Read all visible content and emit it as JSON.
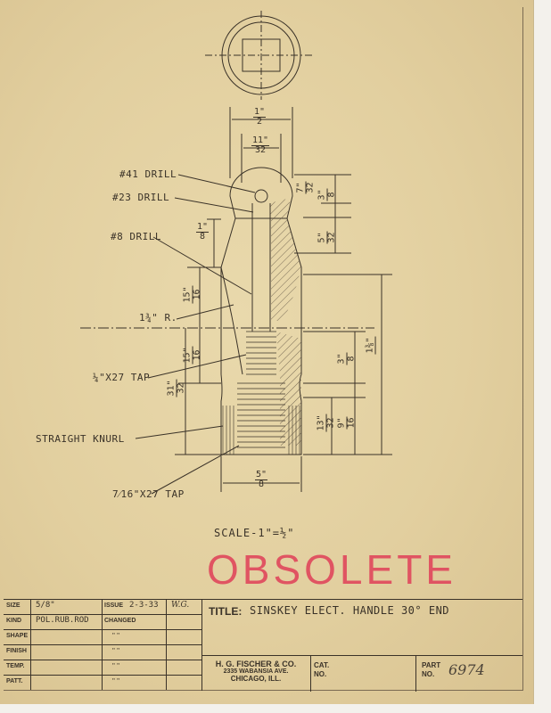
{
  "drawing": {
    "labels": {
      "drill41": "#41 DRILL",
      "drill23": "#23 DRILL",
      "drill8": "#8 DRILL",
      "radius": "1¾\" R.",
      "tap14": "¼\"X27 TAP",
      "knurl": "STRAIGHT KNURL",
      "tap716": "7⁄16\"X27 TAP"
    },
    "dims": {
      "top_width": {
        "num": "1\"",
        "den": "2"
      },
      "hole_width": {
        "num": "11\"",
        "den": "32"
      },
      "d_7_32": {
        "num": "7\"",
        "den": "32"
      },
      "d_3_8_top": {
        "num": "3\"",
        "den": "8"
      },
      "d_5_32": {
        "num": "5\"",
        "den": "32"
      },
      "d_1_8": {
        "num": "1\"",
        "den": "8"
      },
      "d_15_16_a": {
        "num": "15\"",
        "den": "16"
      },
      "d_15_16_b": {
        "num": "15\"",
        "den": "16"
      },
      "d_31_32": {
        "num": "31\"",
        "den": "32"
      },
      "d_3_8_mid": {
        "num": "3\"",
        "den": "8"
      },
      "d_1_3_8": {
        "num": "1⅜\"",
        "den": ""
      },
      "d_13_32": {
        "num": "13\"",
        "den": "32"
      },
      "d_9_16": {
        "num": "9\"",
        "den": "16"
      },
      "base_width": {
        "num": "5\"",
        "den": "8"
      }
    },
    "scale": "SCALE-1\"=½\"",
    "stamp": "OBSOLETE"
  },
  "title_block": {
    "rows": [
      {
        "key": "SIZE",
        "value": "5/8\"",
        "mid_key": "ISSUE",
        "mid_value": "2-3-33",
        "initials": "W.G."
      },
      {
        "key": "KIND",
        "value": "POL.RUB.ROD",
        "mid_key": "CHANGED",
        "mid_value": "",
        "initials": ""
      },
      {
        "key": "SHAPE",
        "value": "",
        "mid_key": "",
        "mid_value": "\"   \"",
        "initials": ""
      },
      {
        "key": "FINISH",
        "value": "",
        "mid_key": "",
        "mid_value": "\"   \"",
        "initials": ""
      },
      {
        "key": "TEMP.",
        "value": "",
        "mid_key": "",
        "mid_value": "\"   \"",
        "initials": ""
      },
      {
        "key": "PATT.",
        "value": "",
        "mid_key": "",
        "mid_value": "\"   \"",
        "initials": ""
      }
    ],
    "title_key": "TITLE:",
    "title_value": "SINSKEY ELECT. HANDLE 30° END",
    "company": {
      "name": "H. G. FISCHER & CO.",
      "address": "2335 WABANSIA AVE.",
      "city": "CHICAGO, ILL."
    },
    "cat_label": "CAT.\nNO.",
    "cat_key1": "CAT.",
    "cat_key2": "NO.",
    "part_key1": "PART",
    "part_key2": "NO.",
    "part_value": "6974"
  },
  "colors": {
    "ink": "#3a3228",
    "stamp": "#e0475c",
    "paper": "#e4d3a4"
  }
}
